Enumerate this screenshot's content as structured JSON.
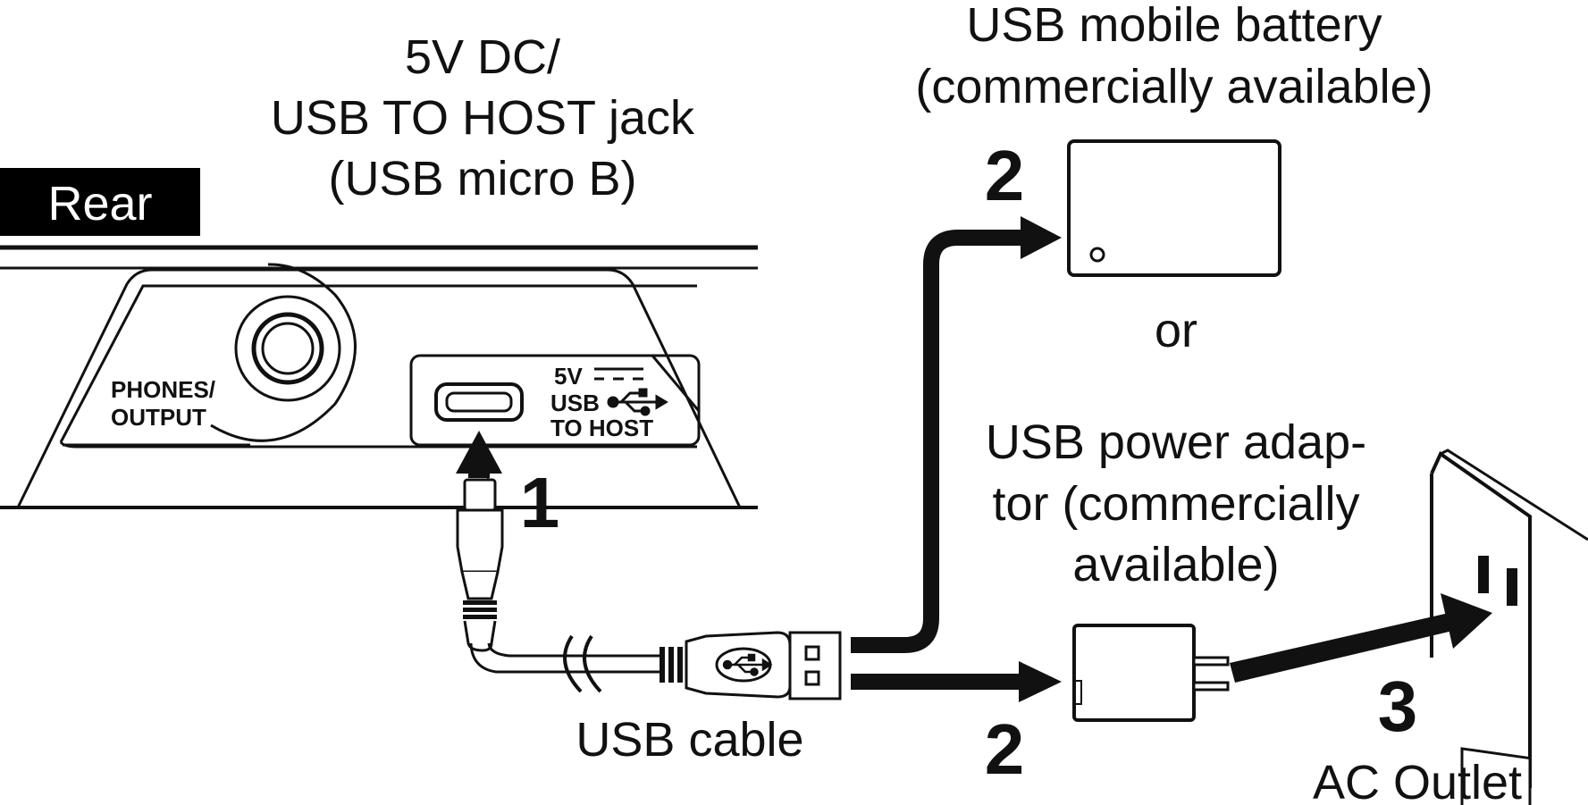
{
  "labels": {
    "jack_line1": "5V DC/",
    "jack_line2": "USB TO HOST jack",
    "jack_line3": "(USB micro B)",
    "rear": "Rear",
    "phones_line1": "PHONES/",
    "phones_line2": "OUTPUT",
    "panel_5v": "5V",
    "panel_usb": "USB",
    "panel_to_host": "TO HOST",
    "battery_line1": "USB mobile battery",
    "battery_line2": "(commercially available)",
    "or": "or",
    "adaptor_line1": "USB power adap-",
    "adaptor_line2": "tor (commercially",
    "adaptor_line3": "available)",
    "usb_cable": "USB cable",
    "ac_outlet": "AC Outlet"
  },
  "steps": {
    "step1": "1",
    "step2_top": "2",
    "step2_bottom": "2",
    "step3": "3"
  },
  "icons": [
    "usb-trident-icon",
    "dc-symbol-icon",
    "arrow-icon"
  ]
}
